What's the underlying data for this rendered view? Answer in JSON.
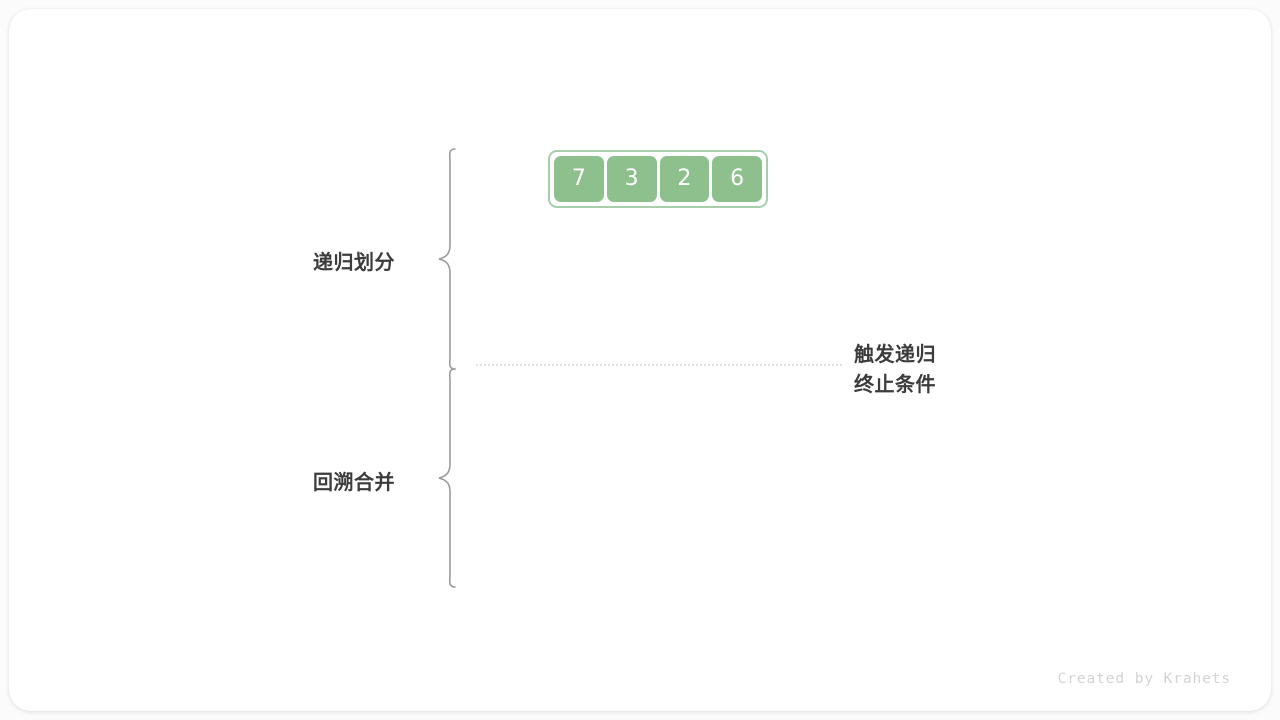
{
  "figure": {
    "background_color": "#fbfbfb",
    "card_color": "#ffffff",
    "accent_green": "#8dc08d",
    "accent_green_border": "#a9ceaa",
    "text_color": "#3c3c3c",
    "credit": "Created by Krahets"
  },
  "array": {
    "name": "input-array",
    "values": [
      "7",
      "3",
      "2",
      "6"
    ]
  },
  "braces": [
    {
      "id": "divide",
      "label": "递归划分",
      "direction": "left-pointing"
    },
    {
      "id": "merge",
      "label": "回溯合并",
      "direction": "left-pointing"
    }
  ],
  "annotation": {
    "line1": "触发递归",
    "line2": "终止条件"
  }
}
